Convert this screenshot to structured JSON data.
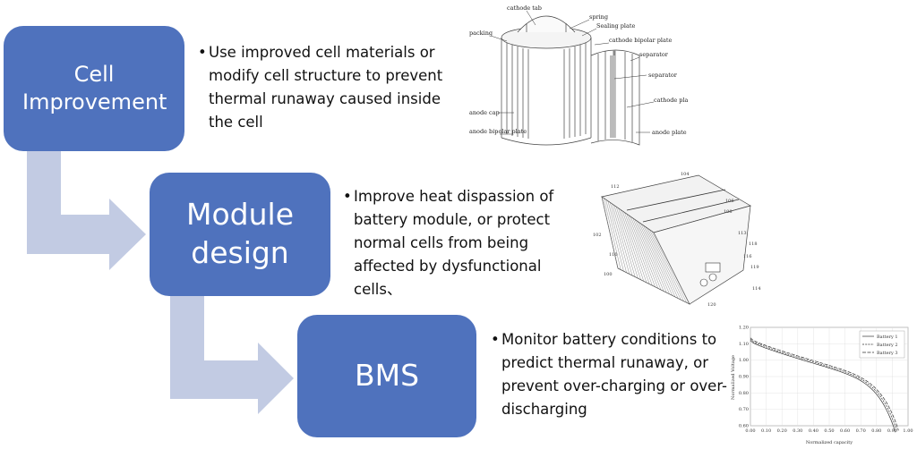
{
  "steps": [
    {
      "title": "Cell Improvement",
      "bullet": "Use improved cell materials or modify cell structure to prevent thermal runaway caused inside the cell"
    },
    {
      "title": "Module design",
      "bullet": "Improve heat dispassion of battery module, or protect normal cells from being affected by dysfunctional cells、"
    },
    {
      "title": "BMS",
      "bullet": "Monitor battery conditions to predict thermal runaway, or prevent over-charging or over-discharging"
    }
  ],
  "cell_figure": {
    "labels": [
      "cathode tab",
      "spring",
      "Sealing plate",
      "cathode bipolar plate",
      "packing",
      "separator",
      "separator",
      "cathode plate",
      "anode cap",
      "anode bipolar plate",
      "anode plate"
    ]
  },
  "module_figure": {
    "labels": [
      "104",
      "112",
      "106",
      "108",
      "113",
      "118",
      "116",
      "119",
      "114",
      "102",
      "120",
      "110",
      "100"
    ]
  },
  "bms_chart": {
    "ylabel": "Normalized Voltage",
    "xlabel": "Normalized capacity",
    "yticks": [
      "1.20",
      "1.10",
      "1.00",
      "0.90",
      "0.80",
      "0.70",
      "0.60"
    ],
    "xticks": [
      "0.00",
      "0.10",
      "0.20",
      "0.30",
      "0.40",
      "0.50",
      "0.60",
      "0.70",
      "0.80",
      "0.90",
      "1.00"
    ],
    "legend": [
      "Battery 1",
      "Battery 2",
      "Battery 3"
    ]
  },
  "colors": {
    "box": "#4f72bd",
    "arrow": "#c2cbe3",
    "text": "#111111"
  }
}
